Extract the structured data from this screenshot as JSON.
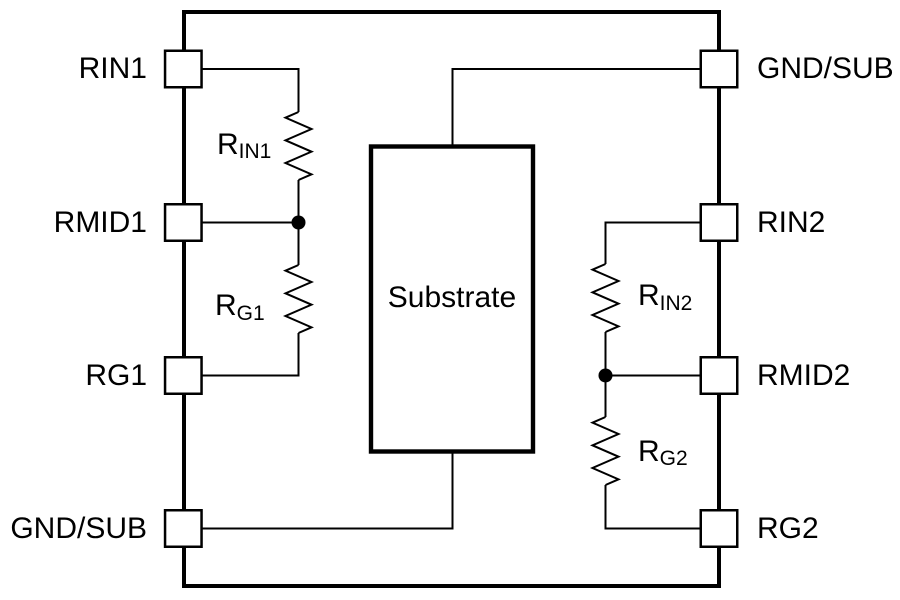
{
  "diagram": {
    "type": "circuit-schematic",
    "description": "Functional block diagram of a dual resistor-divider IC showing two internal resistor pairs and the substrate connection",
    "colors": {
      "background": "#ffffff",
      "line": "#000000",
      "pin_fill": "#ffffff",
      "text": "#000000"
    },
    "substrate": {
      "label": "Substrate"
    },
    "pins": {
      "left": [
        {
          "label": "RIN1"
        },
        {
          "label": "RMID1"
        },
        {
          "label": "RG1"
        },
        {
          "label": "GND/SUB"
        }
      ],
      "right": [
        {
          "label": "GND/SUB"
        },
        {
          "label": "RIN2"
        },
        {
          "label": "RMID2"
        },
        {
          "label": "RG2"
        }
      ]
    },
    "resistors": [
      {
        "name": "R",
        "sub": "IN1"
      },
      {
        "name": "R",
        "sub": "G1"
      },
      {
        "name": "R",
        "sub": "IN2"
      },
      {
        "name": "R",
        "sub": "G2"
      }
    ]
  }
}
